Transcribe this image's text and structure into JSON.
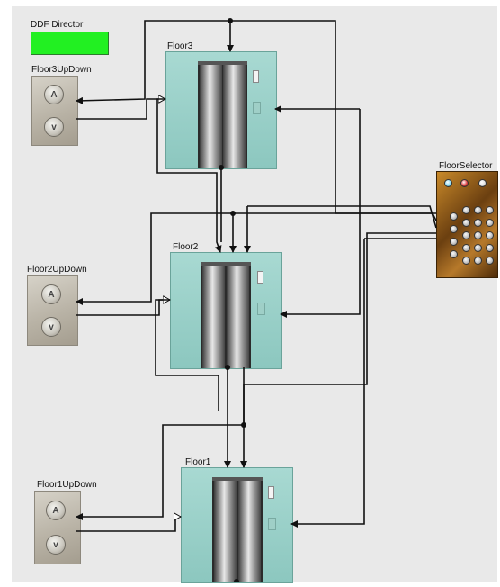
{
  "director": {
    "label": "DDF Director",
    "status_color": "#22f022"
  },
  "updown_panels": [
    {
      "id": "floor3",
      "label": "Floor3UpDown",
      "up_icon": "up-arrow-button-icon",
      "down_icon": "down-arrow-button-icon",
      "up_glyph": "A",
      "down_glyph": "v"
    },
    {
      "id": "floor2",
      "label": "Floor2UpDown",
      "up_icon": "up-arrow-button-icon",
      "down_icon": "down-arrow-button-icon",
      "up_glyph": "A",
      "down_glyph": "v"
    },
    {
      "id": "floor1",
      "label": "Floor1UpDown",
      "up_icon": "up-arrow-button-icon",
      "down_icon": "down-arrow-button-icon",
      "up_glyph": "A",
      "down_glyph": "v"
    }
  ],
  "floors": [
    {
      "id": "floor3",
      "label": "Floor3"
    },
    {
      "id": "floor2",
      "label": "Floor2"
    },
    {
      "id": "floor1",
      "label": "Floor1"
    }
  ],
  "floor_selector": {
    "label": "FloorSelector",
    "button_count": 15
  },
  "colors": {
    "canvas": "#e9e9e9",
    "elevator": "#9fd1ca",
    "wire": "#111111",
    "selector": "#b57a2a"
  }
}
